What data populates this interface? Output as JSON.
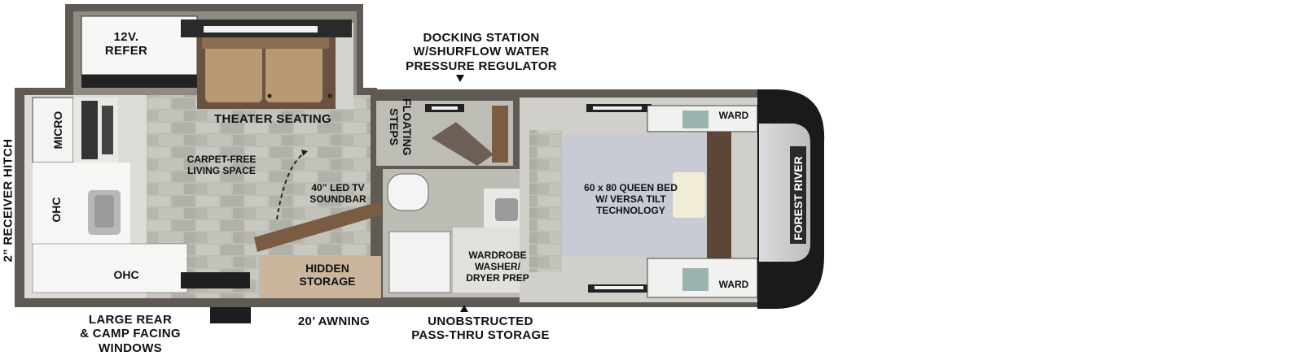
{
  "labels": {
    "docking_station": [
      "DOCKING STATION",
      "W/SHURFLOW WATER",
      "PRESSURE REGULATOR"
    ],
    "refer": [
      "12V.",
      "REFER"
    ],
    "theater_seating": "THEATER SEATING",
    "floating_steps": [
      "FLOATING",
      "STEPS"
    ],
    "micro": "MICRO",
    "receiver_hitch": "2” RECEIVER HITCH",
    "carpet_free": [
      "CARPET-FREE",
      "LIVING SPACE"
    ],
    "led_tv": [
      "40” LED TV",
      "SOUNDBAR"
    ],
    "ohc_side": "OHC",
    "ohc_bottom": "OHC",
    "hidden_storage": [
      "HIDDEN",
      "STORAGE"
    ],
    "wardrobe_washer": [
      "WARDROBE",
      "WASHER/",
      "DRYER PREP"
    ],
    "queen_bed": [
      "60 x 80 QUEEN BED",
      "W/ VERSA TILT",
      "TECHNOLOGY"
    ],
    "ward_top": "WARD",
    "ward_bottom": "WARD",
    "brand": "FOREST RIVER",
    "rear_windows": [
      "LARGE REAR",
      "& CAMP FACING",
      "WINDOWS"
    ],
    "awning": "20’ AWNING",
    "pass_thru": [
      "UNOBSTRUCTED",
      "PASS-THRU STORAGE"
    ]
  },
  "colors": {
    "wall": "#5f5b54",
    "floor_tile": "#b9b8b1",
    "cabinet": "#f4f4f2",
    "seat": "#b79a74",
    "wood": "#7a5c43",
    "bed": "#c9cbd4",
    "front_cap": "#1a1a1a"
  }
}
